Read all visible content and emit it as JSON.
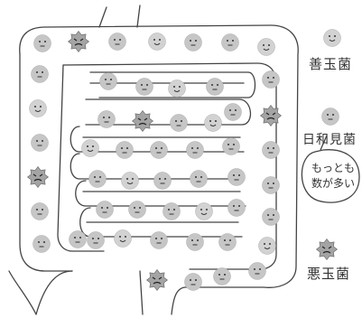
{
  "legend": {
    "good": "善玉菌",
    "neutral": "日和見菌",
    "bad": "悪玉菌"
  },
  "bubble": {
    "line1": "もっとも",
    "line2": "数が多い"
  },
  "colors": {
    "neutral_fill": "#c6c6c6",
    "bad_fill": "#a4a4a4",
    "line": "#444444"
  }
}
